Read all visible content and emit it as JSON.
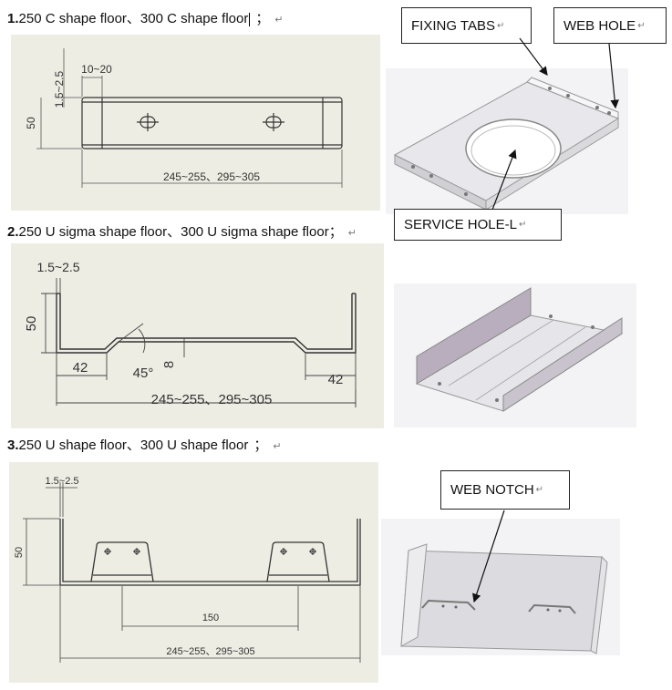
{
  "sections": [
    {
      "number": "1.",
      "title": "250 C shape floor、300 C shape floor",
      "terminator": "；",
      "dims": {
        "thickness": "1.5~2.5",
        "flange": "10~20",
        "height": "50",
        "width": "245~255、295~305"
      }
    },
    {
      "number": "2.",
      "title": "250 U sigma shape floor、300 U sigma shape floor",
      "terminator": "；",
      "dims": {
        "thickness": "1.5~2.5",
        "height": "50",
        "left_flat": "42",
        "right_flat": "42",
        "angle": "45°",
        "depth": "8",
        "width": "245~255、295~305"
      }
    },
    {
      "number": "3.",
      "title": "250 U shape floor、300 U shape floor",
      "terminator": "；",
      "dims": {
        "thickness": "1.5~2.5",
        "height": "50",
        "spacing": "150",
        "width": "245~255、295~305"
      }
    }
  ],
  "callouts": {
    "fixing_tabs": "FIXING TABS",
    "web_hole": "WEB HOLE",
    "service_hole": "SERVICE    HOLE-L",
    "web_notch": "WEB NOTCH"
  },
  "paragraph_mark": "↵"
}
